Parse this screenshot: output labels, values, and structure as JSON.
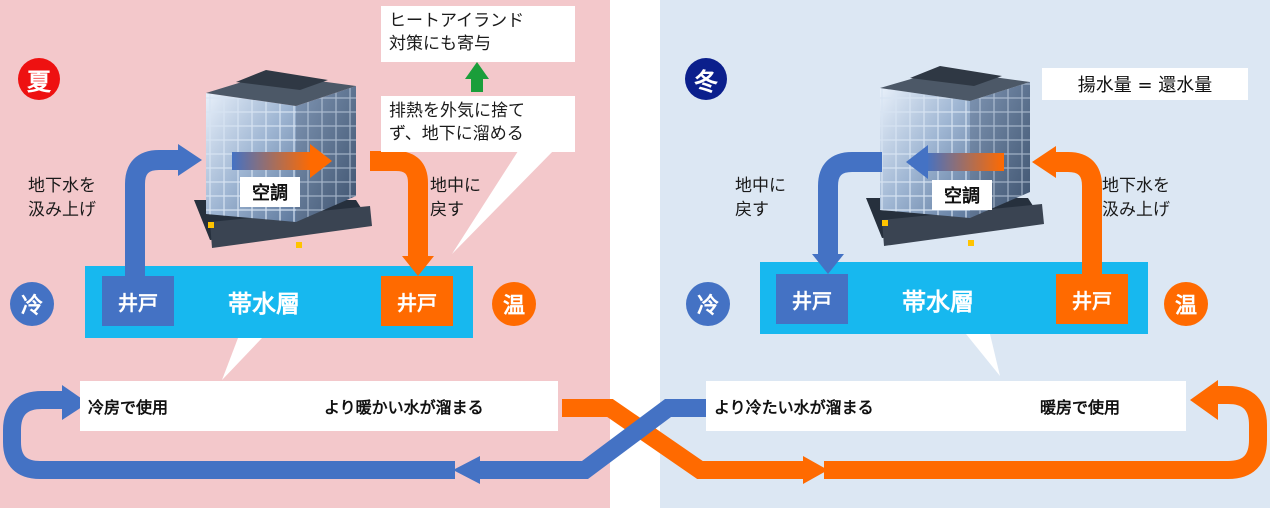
{
  "colors": {
    "summer_bg": "#f3c8cb",
    "winter_bg": "#dce7f3",
    "aquifer": "#17b8ef",
    "cold_blue": "#4472c4",
    "warm_orange": "#ff6a00",
    "summer_badge": "#ee1111",
    "winter_badge": "#0b1f8c",
    "green_arrow": "#1a9e3a"
  },
  "summer": {
    "badge": "夏",
    "cold_marker": "冷",
    "warm_marker": "温",
    "pump_label": "地下水を\n汲み上げ",
    "return_label": "地中に\n戻す",
    "aircon_label": "空調",
    "aquifer_label": "帯水層",
    "well_left": "井戸",
    "well_right": "井戸",
    "heat_island_note": "ヒートアイランド\n対策にも寄与",
    "exhaust_note": "排熱を外気に捨て\nず、地下に溜める",
    "flow_use": "冷房で使用",
    "flow_result": "より暖かい水が溜まる"
  },
  "winter": {
    "badge": "冬",
    "cold_marker": "冷",
    "warm_marker": "温",
    "pump_label": "地下水を\n汲み上げ",
    "return_label": "地中に\n戻す",
    "aircon_label": "空調",
    "aquifer_label": "帯水層",
    "well_left": "井戸",
    "well_right": "井戸",
    "balance_note": "揚水量 = 還水量",
    "flow_use": "暖房で使用",
    "flow_result": "より冷たい水が溜まる"
  }
}
